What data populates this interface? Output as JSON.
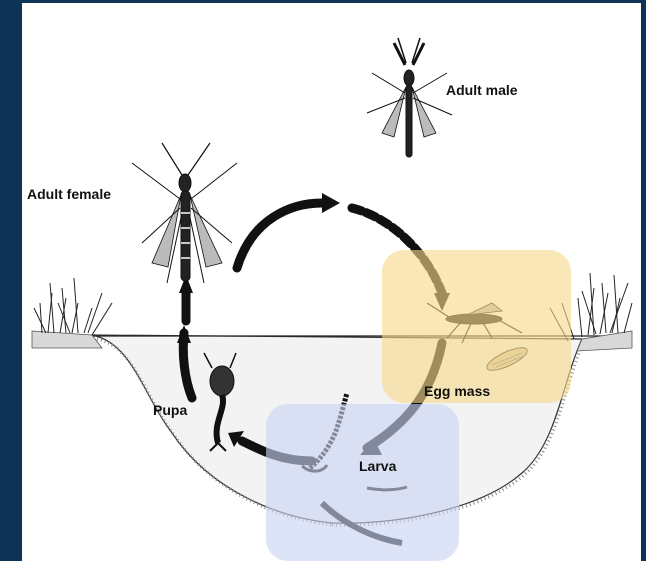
{
  "diagram": {
    "labels": {
      "adult_male": "Adult male",
      "adult_female": "Adult female",
      "pupa": "Pupa",
      "larva": "Larva",
      "egg_mass": "Egg mass"
    },
    "highlights": {
      "egg_mass_color": "#f5d98a",
      "larva_color": "#c9d3f2"
    },
    "colors": {
      "frame": "#0d3454",
      "panel": "#ffffff",
      "ink": "#111111"
    }
  }
}
